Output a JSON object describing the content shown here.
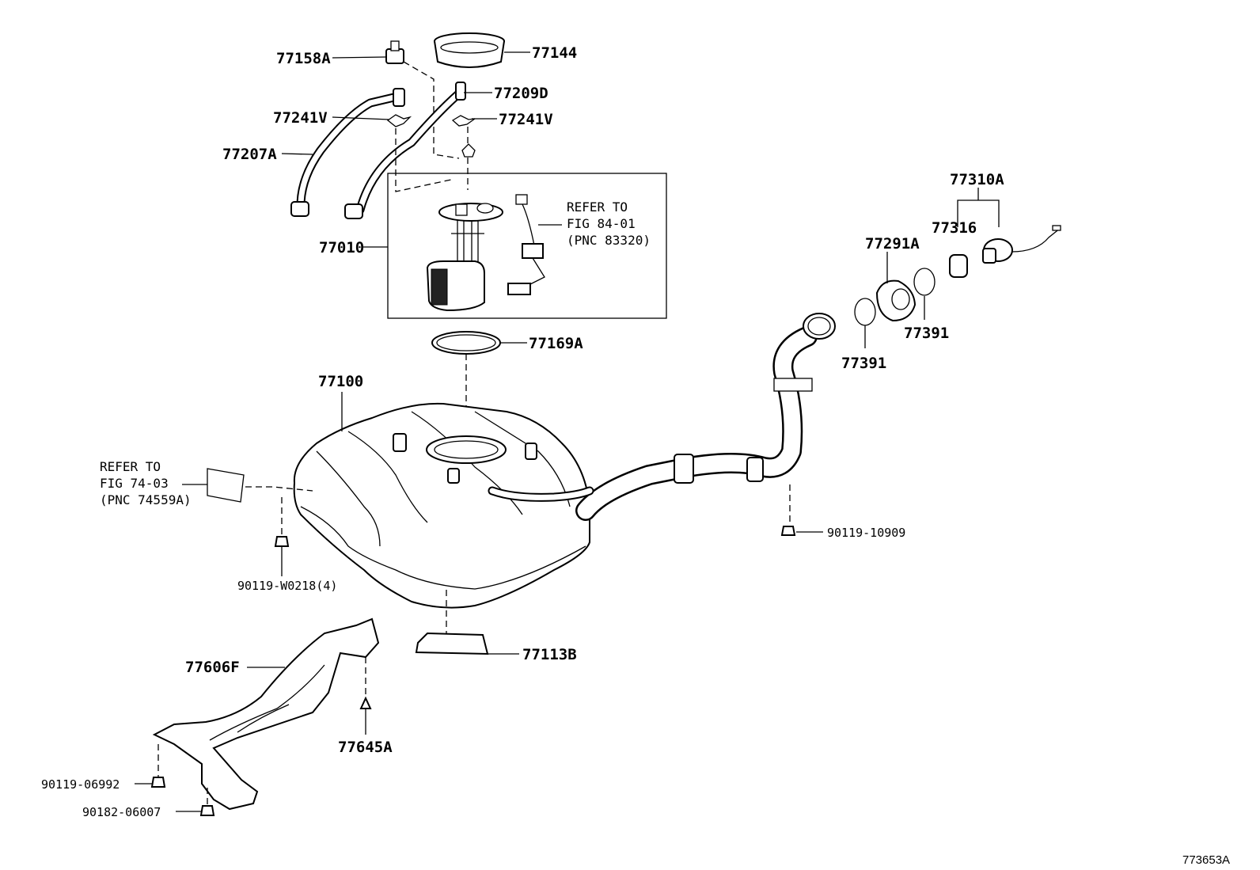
{
  "parts": {
    "p77158A": "77158A",
    "p77144": "77144",
    "p77209D": "77209D",
    "p77241V_left": "77241V",
    "p77241V_right": "77241V",
    "p77207A": "77207A",
    "p77010": "77010",
    "p77169A": "77169A",
    "p77100": "77100",
    "p77310A": "77310A",
    "p77316": "77316",
    "p77291A": "77291A",
    "p77391_left": "77391",
    "p77391_right": "77391",
    "p90119_10909": "90119-10909",
    "p90119_W0218": "90119-W0218(4)",
    "p77113B": "77113B",
    "p77606F": "77606F",
    "p77645A": "77645A",
    "p90119_06992": "90119-06992",
    "p90182_06007": "90182-06007"
  },
  "refs": {
    "pump": {
      "line1": "REFER TO",
      "line2": "FIG 84-01",
      "line3": "(PNC 83320)"
    },
    "tank": {
      "line1": "REFER TO",
      "line2": "FIG 74-03",
      "line3": "(PNC 74559A)"
    }
  },
  "figure_id": "773653A"
}
